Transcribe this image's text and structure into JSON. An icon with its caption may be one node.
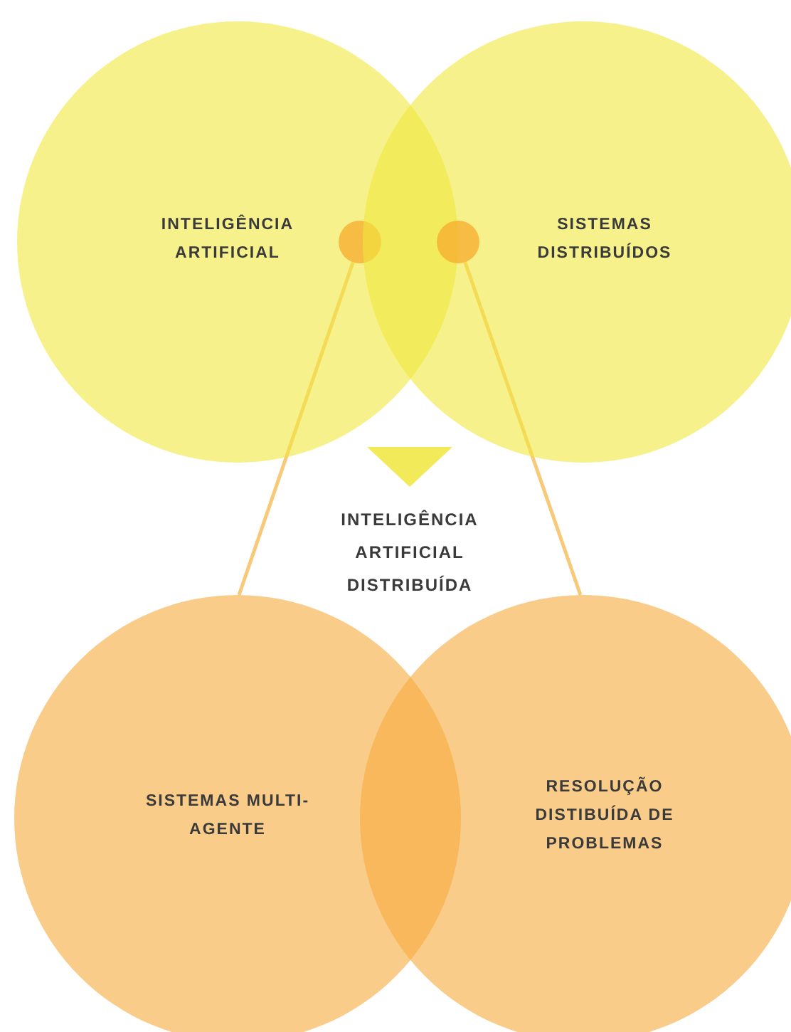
{
  "diagram": {
    "nodes": [
      {
        "text": [
          "INTELIGÊNCIA ARTIFICIAL"
        ]
      },
      {
        "text": [
          "SISTEMAS DISTRIBUÍDOS"
        ]
      },
      {
        "text": [],
        "shape": "circle",
        "in": 0
      },
      {
        "text": [],
        "shape": "circle",
        "in": 1
      },
      {
        "text": [
          "SISTEMAS MULTI-AGENTE"
        ]
      },
      {
        "text": [
          "RESOLUÇÃO DISTIBUÍDA DE PROBLEMAS"
        ]
      }
    ],
    "edges": [
      {
        "from": 2,
        "to": 4,
        "arrow": "none"
      },
      {
        "from": 3,
        "to": 5,
        "arrow": "none"
      }
    ],
    "labels": [
      "INTELIGÊNCIA ARTIFICIAL DISTRIBUÍDA"
    ]
  }
}
